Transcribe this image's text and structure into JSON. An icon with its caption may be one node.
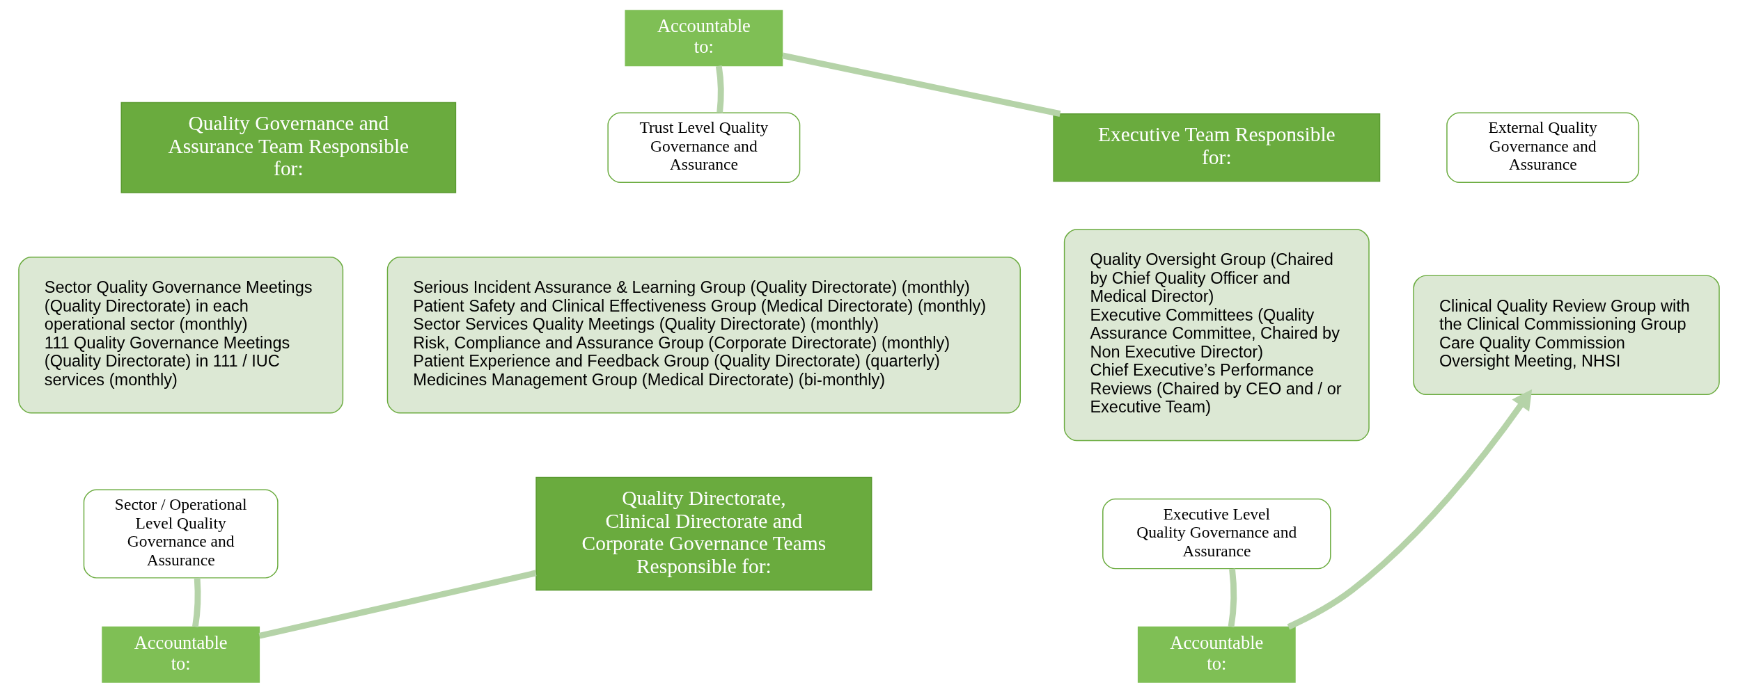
{
  "diagram": {
    "nodes": [
      {
        "text": [
          "Quality Governance and Assurance Team Responsible for:"
        ]
      },
      {
        "text": [
          "Sector Quality Governance Meetings (Quality Directorate) in each operational sector (monthly)",
          "111 Quality Governance Meetings (Quality Directorate) in 111 / IUC services (monthly)"
        ]
      },
      {
        "text": [
          "Sector / Operational Level Quality Governance and Assurance"
        ]
      },
      {
        "text": [
          "Accountable to:"
        ]
      },
      {
        "text": [
          "Trust Level Quality Governance and Assurance"
        ]
      },
      {
        "text": [
          "Serious Incident Assurance & Learning Group (Quality Directorate) (monthly)",
          "Patient Safety and Clinical Effectiveness Group (Medical Directorate) (monthly)",
          "Sector Services Quality Meetings (Quality Directorate) (monthly)",
          "Risk, Compliance and Assurance Group (Corporate Directorate) (monthly)",
          "Patient Experience and Feedback Group (Quality Directorate) (quarterly)",
          "Medicines Management Group (Medical Directorate) (bi-monthly)"
        ]
      },
      {
        "text": [
          "Quality Directorate, Clinical Directorate and Corporate Governance Teams Responsible for:"
        ]
      },
      {
        "text": [
          "Accountable to:"
        ]
      },
      {
        "text": [
          "Executive Team Responsible for:"
        ]
      },
      {
        "text": [
          "Quality Oversight Group (Chaired by Chief Quality Officer and Medical Director)",
          "Executive Committees (Quality Assurance Committee, Chaired by Non Executive Director)",
          "Chief Executive’s Performance Reviews (Chaired by CEO and / or Executive Team)"
        ]
      },
      {
        "text": [
          "Executive Level Quality Governance and Assurance"
        ]
      },
      {
        "text": [
          "Accountable to:"
        ]
      },
      {
        "text": [
          "External Quality Governance and Assurance"
        ]
      },
      {
        "text": [
          "Clinical Quality Review Group with the Clinical Commissioning Group",
          "Care Quality Commission",
          "Oversight Meeting, NHSI"
        ]
      }
    ],
    "edges": [
      {
        "from": 2,
        "to": 3,
        "arrow": "none"
      },
      {
        "from": 3,
        "to": 6,
        "arrow": "none"
      },
      {
        "from": 4,
        "to": 7,
        "arrow": "none"
      },
      {
        "from": 7,
        "to": 8,
        "arrow": "none"
      },
      {
        "from": 10,
        "to": 11,
        "arrow": "none"
      },
      {
        "from": 11,
        "to": 13,
        "arrow": "to"
      }
    ]
  }
}
